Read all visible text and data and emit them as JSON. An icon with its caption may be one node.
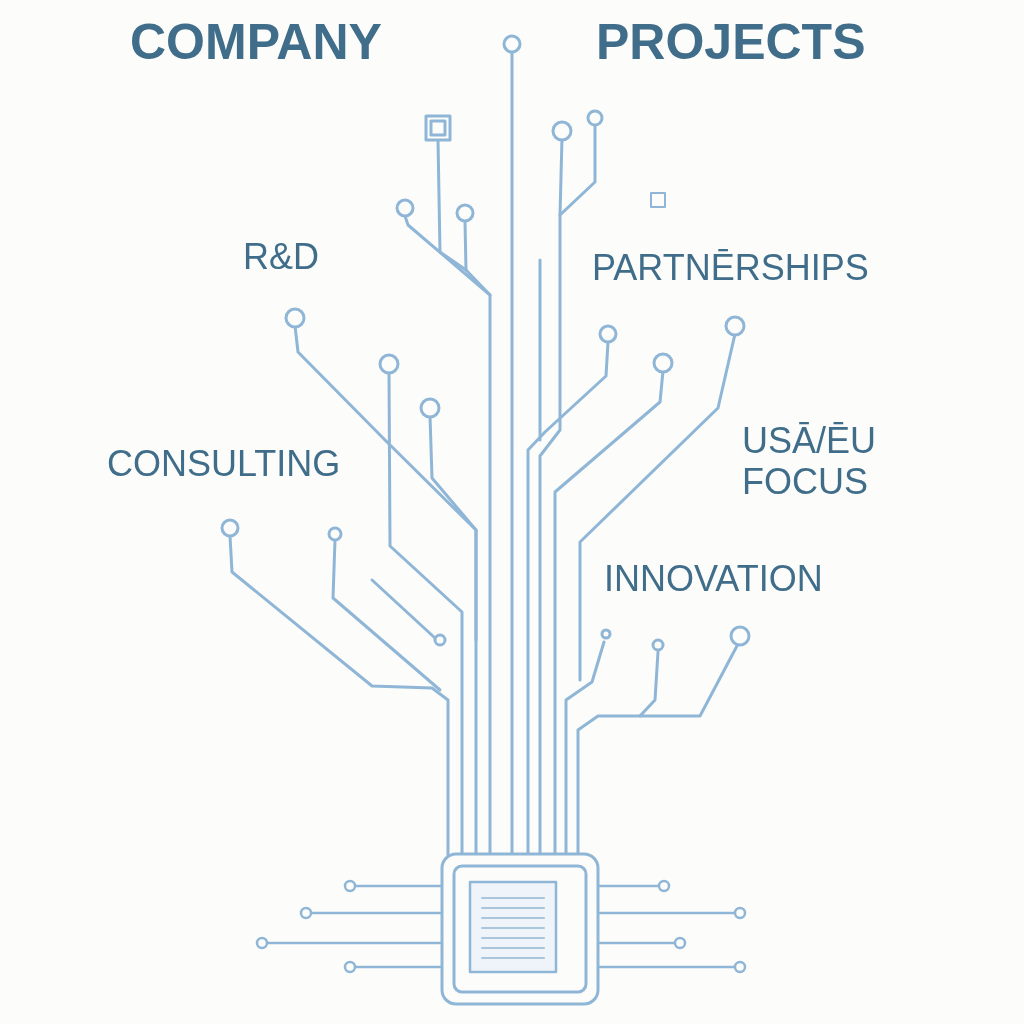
{
  "diagram": {
    "labels": [
      "COMPANY",
      "PROJECTS",
      "R&D",
      "PARTNĒRSHIPS",
      "CONSULTING",
      "USĀ/ĒU FOCUS",
      "INNOVATION"
    ]
  }
}
